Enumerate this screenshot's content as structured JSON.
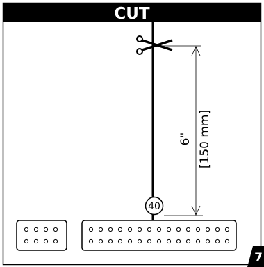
{
  "header": {
    "title": "CUT"
  },
  "dimension": {
    "imperial": "6\"",
    "metric": "[150 mm]"
  },
  "wire": {
    "number": "40"
  },
  "step": {
    "number": "7"
  },
  "icons": {
    "scissors": "scissors-icon"
  },
  "colors": {
    "ink": "#000000",
    "paper": "#ffffff"
  }
}
